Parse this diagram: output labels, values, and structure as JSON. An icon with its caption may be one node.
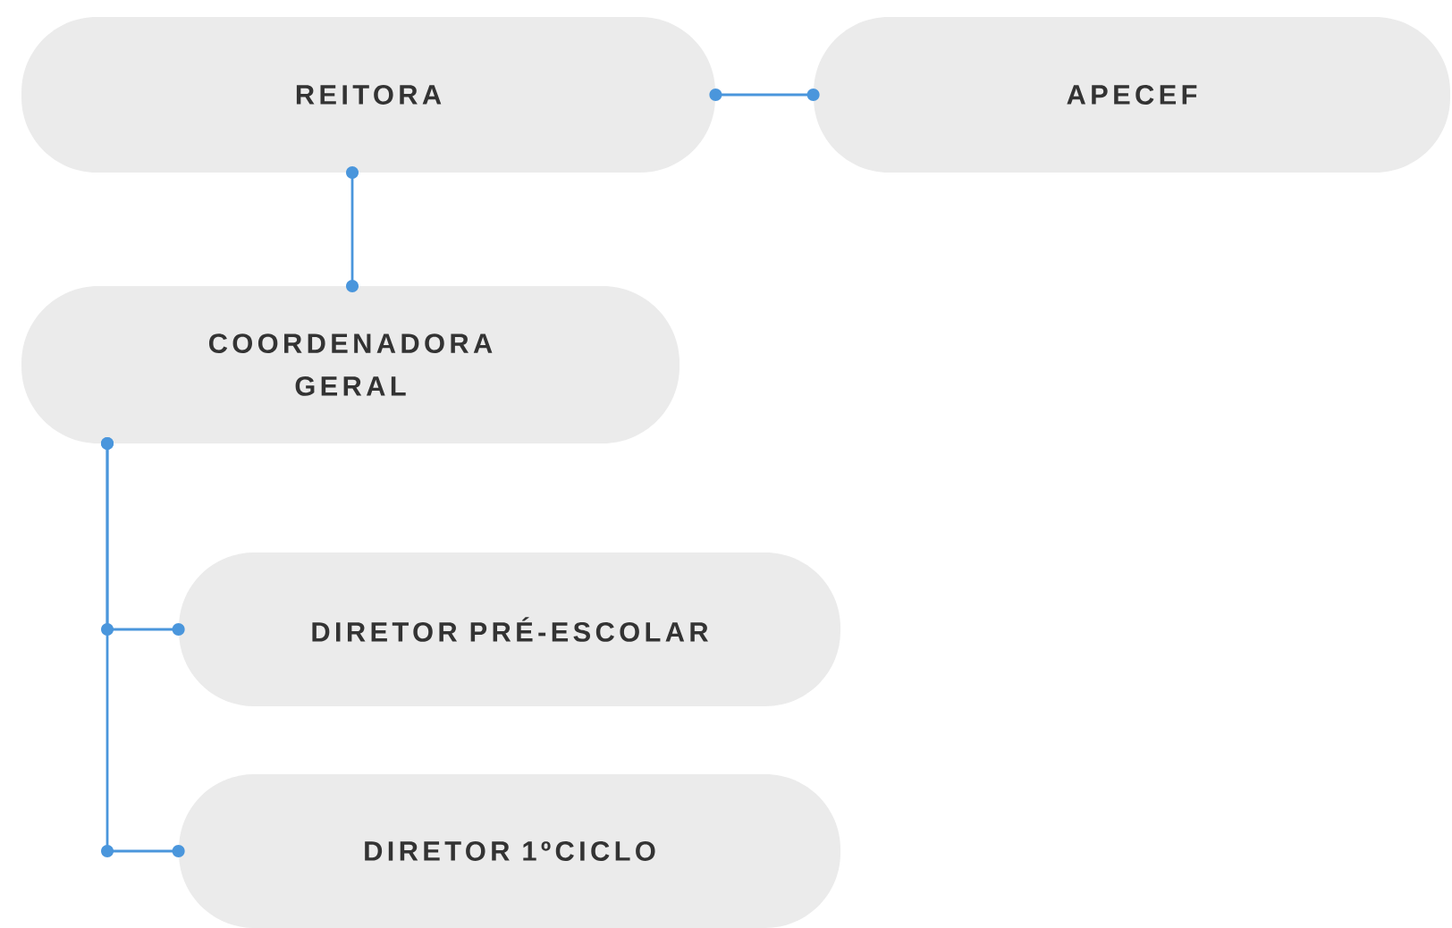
{
  "diagram": {
    "nodes": [
      {
        "text": [
          "REITORA"
        ]
      },
      {
        "text": [
          "APECEF"
        ]
      },
      {
        "text": [
          "COORDENADORA GERAL"
        ]
      },
      {
        "text": [
          "DIRETOR PRÉ-ESCOLAR"
        ]
      },
      {
        "text": [
          "DIRETOR 1ºCICLO"
        ]
      }
    ],
    "edges": [
      {
        "from": 0,
        "to": 1,
        "arrow": "other"
      },
      {
        "from": 0,
        "to": 2,
        "arrow": "other"
      },
      {
        "from": 2,
        "to": 3,
        "arrow": "other"
      },
      {
        "from": 2,
        "to": 4,
        "arrow": "other"
      }
    ]
  }
}
